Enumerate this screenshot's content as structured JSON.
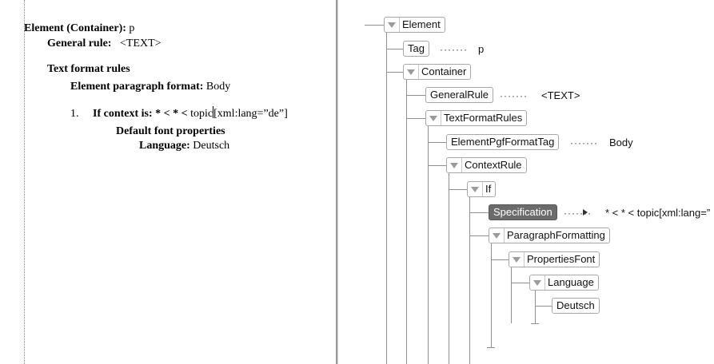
{
  "document": {
    "element_heading_label": "Element (Container):",
    "element_heading_value": "p",
    "general_rule_label": "General rule:",
    "general_rule_value": "<TEXT>",
    "text_format_rules_heading": "Text format rules",
    "element_paragraph_format_label": "Element paragraph format:",
    "element_paragraph_format_value": "Body",
    "context_number": "1.",
    "context_label": "If context is:",
    "context_value_a": "* < * <",
    "context_value_b": "topic",
    "context_value_c": "[xml:lang=”de”]",
    "default_font_properties_heading": "Default font properties",
    "language_label": "Language:",
    "language_value": "Deutsch"
  },
  "tree": {
    "element": "Element",
    "tag": "Tag",
    "tag_value": "p",
    "container": "Container",
    "general_rule": "GeneralRule",
    "general_rule_value": "<TEXT>",
    "text_format_rules": "TextFormatRules",
    "element_pgf_format_tag": "ElementPgfFormatTag",
    "element_pgf_format_tag_value": "Body",
    "context_rule": "ContextRule",
    "if": "If",
    "specification": "Specification",
    "specification_value": "* < * < topic[xml:lang=”",
    "paragraph_formatting": "ParagraphFormatting",
    "properties_font": "PropertiesFont",
    "language": "Language",
    "deutsch": "Deutsch",
    "connector_dots": "·······"
  },
  "icons": {
    "expand": "triangle-down-icon",
    "arrow": "arrow-right-icon"
  },
  "colors": {
    "selected_node_bg": "#6b6b6b",
    "node_border": "#a8a8a8",
    "tree_line": "#909090"
  }
}
